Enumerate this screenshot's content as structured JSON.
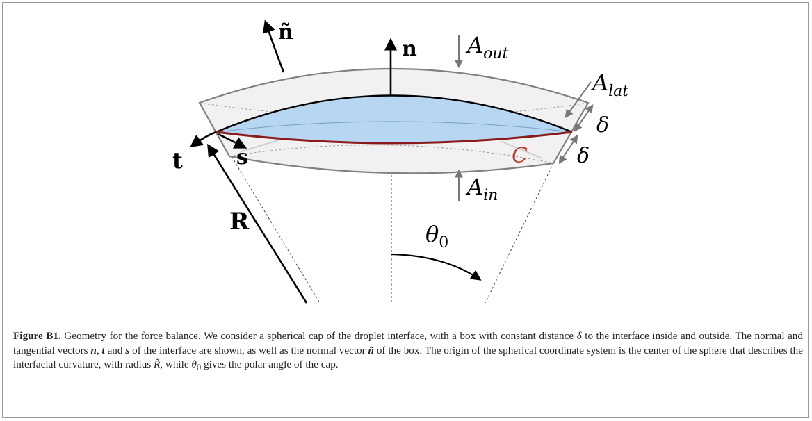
{
  "figure": {
    "labels": {
      "n_tilde": "ñ",
      "n": "n",
      "A_out": "A",
      "A_out_sub": "out",
      "A_lat": "A",
      "A_lat_sub": "lat",
      "delta_top": "δ",
      "delta_bottom": "δ",
      "t": "t",
      "s": "s",
      "C": "C",
      "A_in": "A",
      "A_in_sub": "in",
      "R": "R",
      "theta": "θ",
      "theta_sub": "0"
    },
    "colors": {
      "box_stroke": "#808080",
      "box_fill": "#f2f2f2",
      "cap_fill": "#b7d6f2",
      "contact_line": "#8b1a1a",
      "label_C": "#c0392b",
      "vectors": "#000000"
    }
  },
  "caption": {
    "label": "Figure B1.",
    "text_1": " Geometry for the force balance. We consider a spherical cap of the droplet interface, with a box with constant distance ",
    "delta": "δ",
    "text_2": " to the interface inside and outside. The normal and tangential vectors ",
    "vec_n": "n",
    "sep_1": ", ",
    "vec_t": "t",
    "sep_2": " and ",
    "vec_s": "s",
    "text_3": " of the interface are shown, as well as the normal vector ",
    "vec_n_tilde": "ñ",
    "text_4": " of the box. The origin of the spherical coordinate system is the center of the sphere that describes the interfacial curvature, with radius ",
    "R_tilde": "R̃",
    "text_5": ", while ",
    "theta": "θ",
    "theta_sub": "0",
    "text_6": " gives the polar angle of the cap."
  }
}
